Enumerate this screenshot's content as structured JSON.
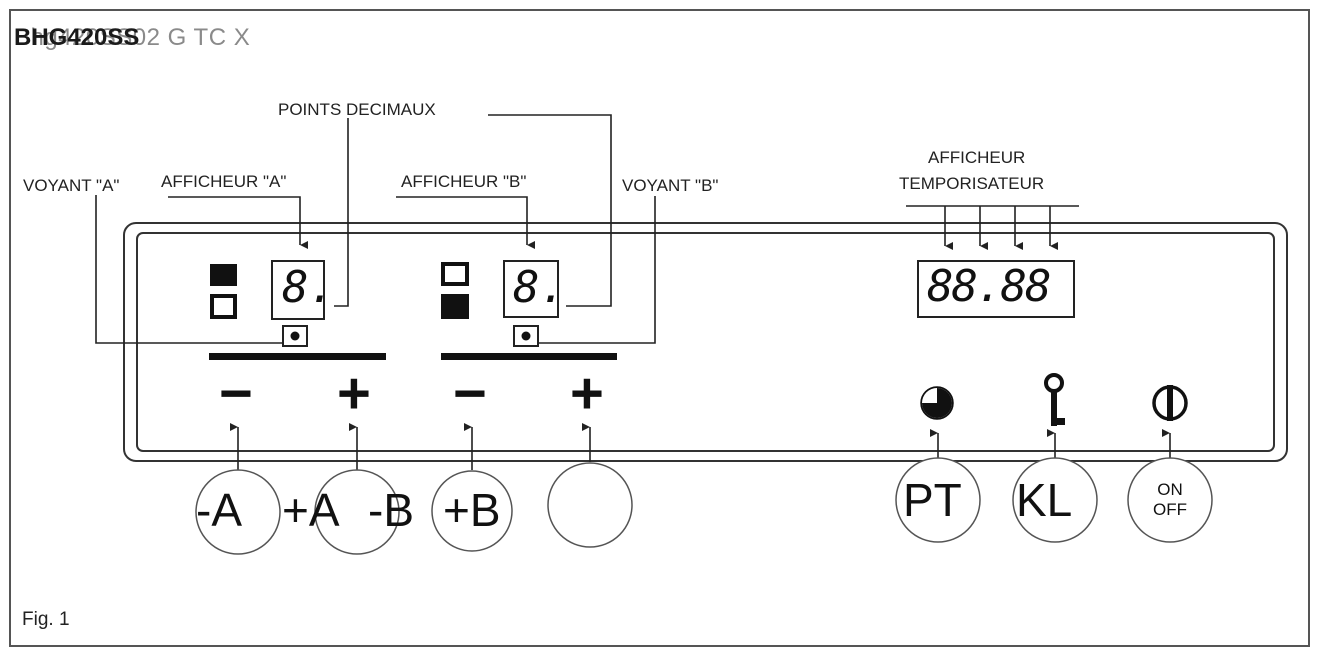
{
  "title": {
    "main": "BHG420SS",
    "overlay": "Bhg420SS02 G TC X"
  },
  "callouts": {
    "points_decimaux": "POINTS DECIMAUX",
    "voyant_a": "VOYANT \"A\"",
    "afficheur_a": "AFFICHEUR \"A\"",
    "afficheur_b": "AFFICHEUR \"B\"",
    "voyant_b": "VOYANT \"B\"",
    "afficheur_temp_line1": "AFFICHEUR",
    "afficheur_temp_line2": "TEMPORISATEUR"
  },
  "displays": {
    "digit_a": "8.",
    "digit_b": "8.",
    "timer": "88.88"
  },
  "panel_symbols": {
    "minus_a": "−",
    "plus_a": "+",
    "minus_b": "−",
    "plus_b": "+"
  },
  "buttons": {
    "minus_a": "-A",
    "plus_a": "+A",
    "minus_b": "-B",
    "plus_b": "+B",
    "pt": "PT",
    "kl": "KL",
    "on": "ON",
    "off": "OFF"
  },
  "icons": [
    "timer-icon",
    "key-lock-icon",
    "power-icon",
    "indicator-led-icon"
  ],
  "figure_caption": "Fig. 1"
}
